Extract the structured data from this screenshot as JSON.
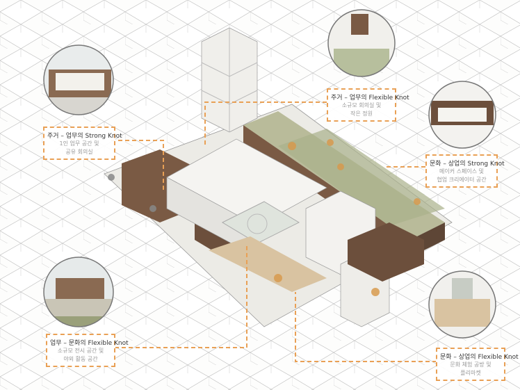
{
  "colors": {
    "accent": "#e9a055",
    "timber": "#7a5a44",
    "roof_green": "#a9b08a",
    "building": "#f2f1ee"
  },
  "callouts": [
    {
      "title": "주거 – 업무의 Strong Knot",
      "line1": "1인 업무 공간 및",
      "line2": "공유 회의실"
    },
    {
      "title": "주거 – 업무의 Flexible Knot",
      "line1": "소규모 회의실 및",
      "line2": "작은 정원"
    },
    {
      "title": "문화 – 상업의 Strong Knot",
      "line1": "메이커 스페이스 및",
      "line2": "협업 크리에이터 공간"
    },
    {
      "title": "업무 – 문화의 Flexible Knot",
      "line1": "소규모 전시 공간 및",
      "line2": "야외 활동 공간"
    },
    {
      "title": "문화 – 상업의 Flexible Knot",
      "line1": "문화 체험 공방 및",
      "line2": "플리마켓"
    }
  ]
}
